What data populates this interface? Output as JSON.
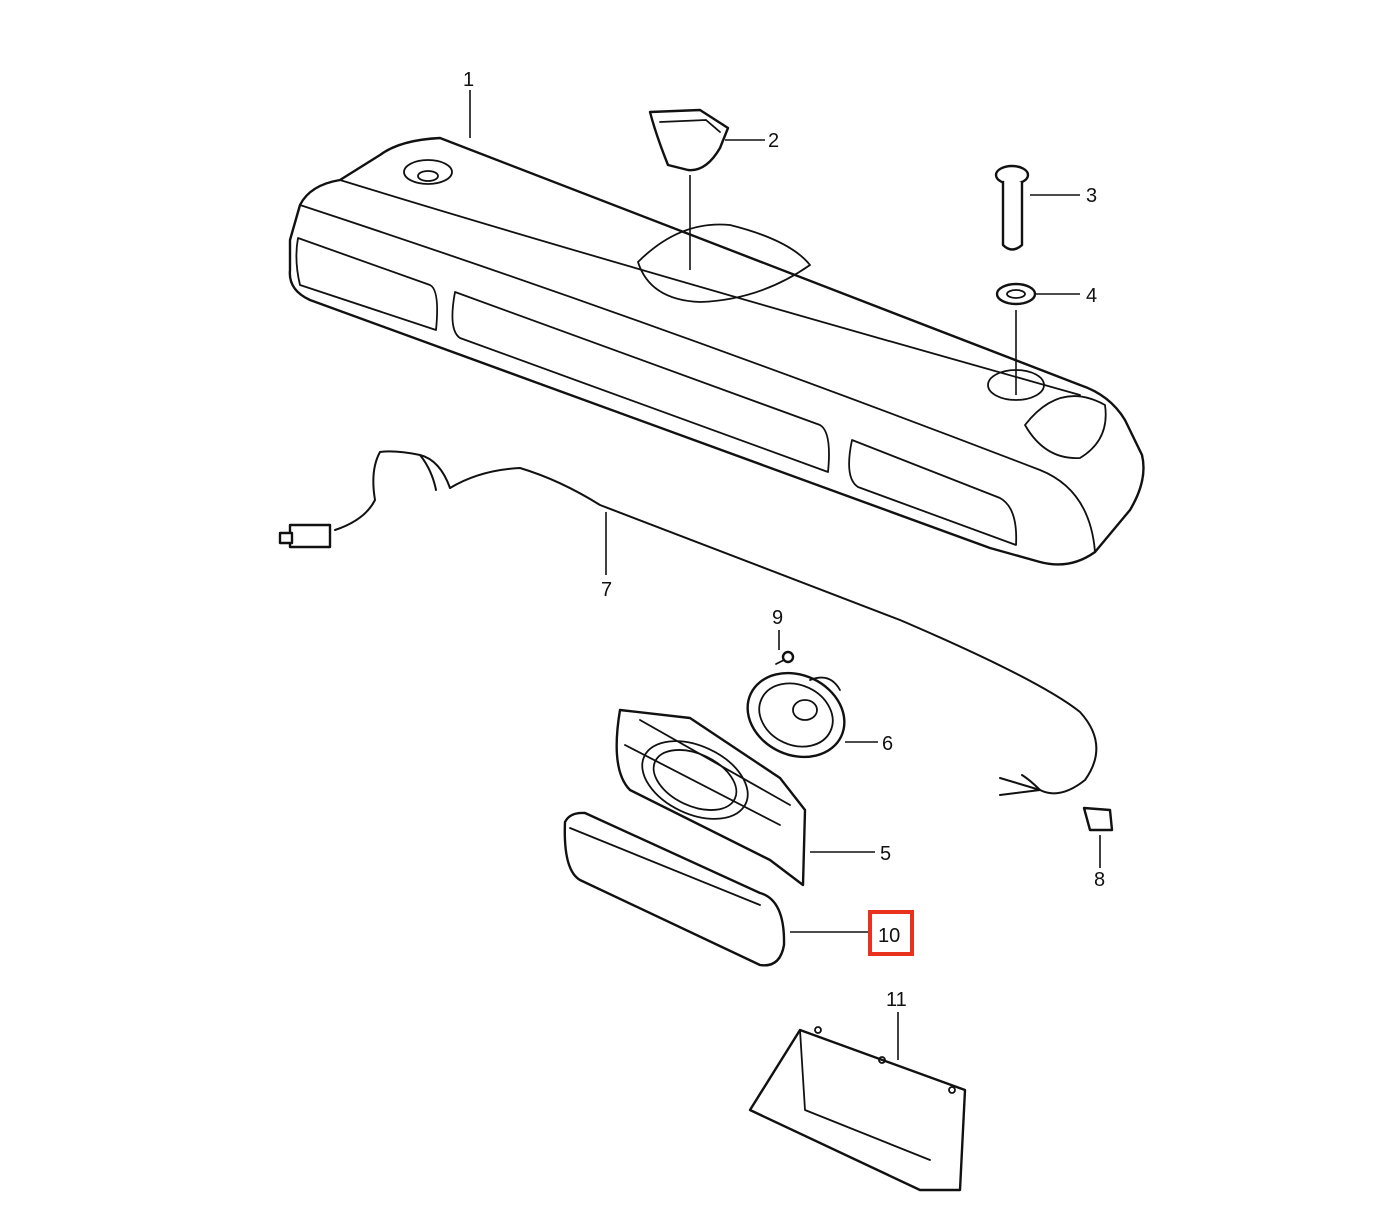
{
  "diagram": {
    "highlight_color": "#e8321e",
    "highlighted_callout": "10",
    "callouts": [
      {
        "id": "c1",
        "label": "1"
      },
      {
        "id": "c2",
        "label": "2"
      },
      {
        "id": "c3",
        "label": "3"
      },
      {
        "id": "c4",
        "label": "4"
      },
      {
        "id": "c5",
        "label": "5"
      },
      {
        "id": "c6",
        "label": "6"
      },
      {
        "id": "c7",
        "label": "7"
      },
      {
        "id": "c8",
        "label": "8"
      },
      {
        "id": "c9",
        "label": "9"
      },
      {
        "id": "c10",
        "label": "10"
      },
      {
        "id": "c11",
        "label": "11"
      }
    ],
    "parts": [
      {
        "callout": "1",
        "icon": "overhead-console-icon"
      },
      {
        "callout": "2",
        "icon": "cup-insert-icon"
      },
      {
        "callout": "3",
        "icon": "bolt-icon"
      },
      {
        "callout": "4",
        "icon": "washer-icon"
      },
      {
        "callout": "5",
        "icon": "speaker-bracket-icon"
      },
      {
        "callout": "6",
        "icon": "speaker-icon"
      },
      {
        "callout": "7",
        "icon": "wiring-harness-icon"
      },
      {
        "callout": "8",
        "icon": "clip-icon"
      },
      {
        "callout": "9",
        "icon": "screw-icon"
      },
      {
        "callout": "10",
        "icon": "speaker-grille-icon"
      },
      {
        "callout": "11",
        "icon": "storage-tray-icon"
      }
    ]
  }
}
